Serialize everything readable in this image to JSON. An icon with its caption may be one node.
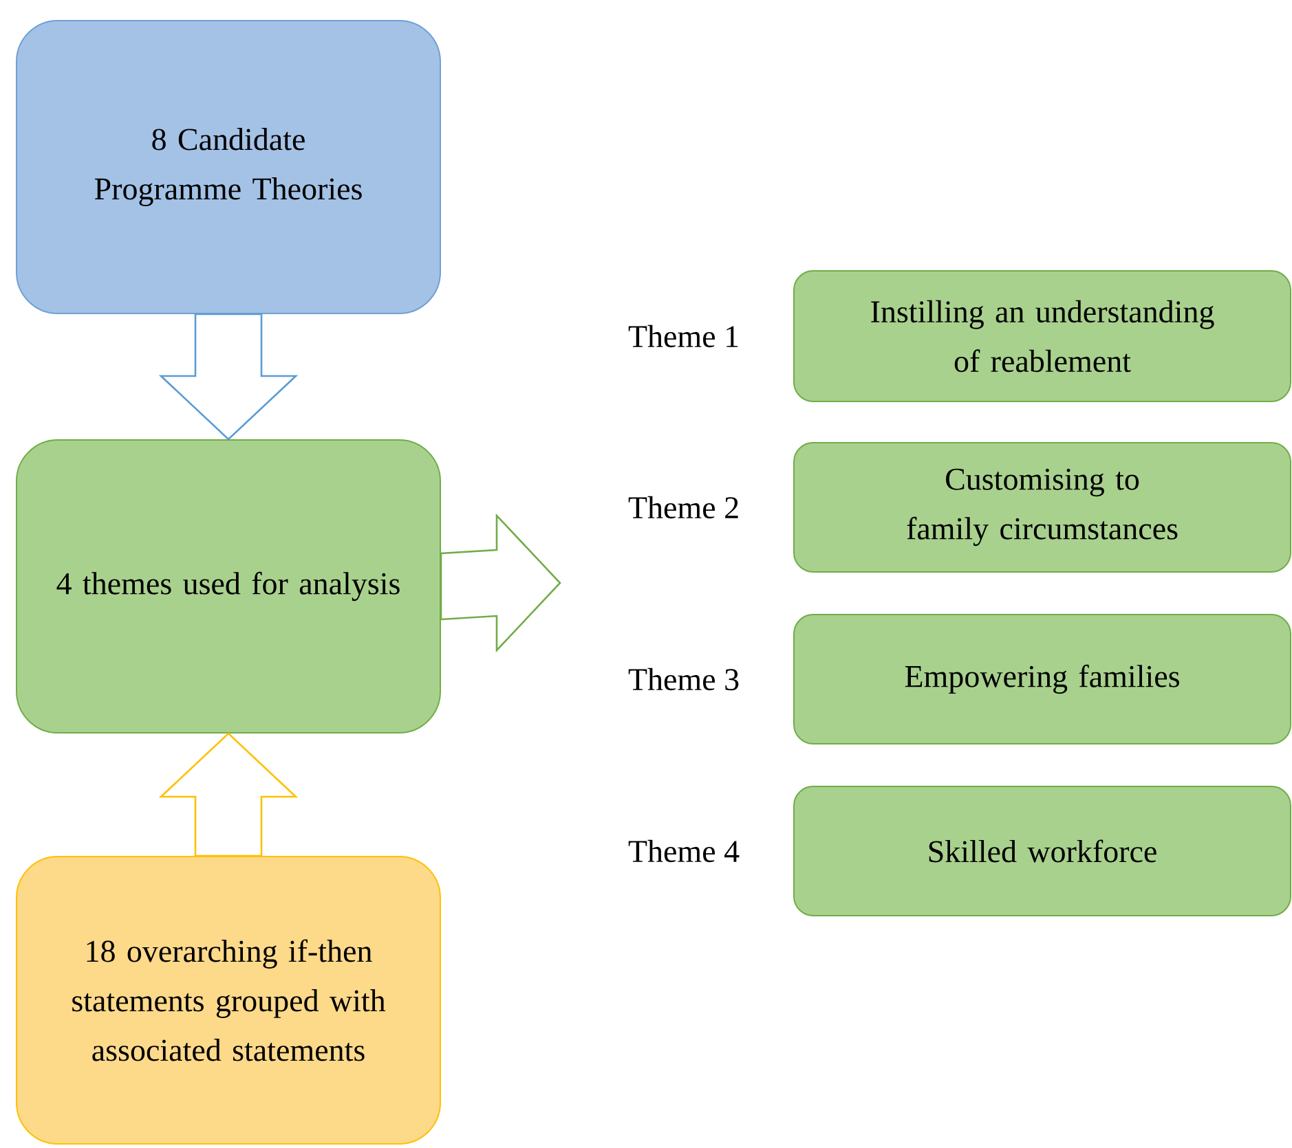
{
  "diagram": {
    "nodes": [
      {
        "text": [
          "8 Candidate Programme Theories"
        ]
      },
      {
        "text": [
          "4 themes used for analysis"
        ]
      },
      {
        "text": [
          "18 overarching if-then statements grouped with associated statements"
        ]
      },
      {
        "text": [
          "Instilling an understanding of reablement"
        ],
        "beside": [
          "Theme 1"
        ]
      },
      {
        "text": [
          "Customising to family circumstances"
        ],
        "beside": [
          "Theme 2"
        ]
      },
      {
        "text": [
          "Empowering families"
        ],
        "beside": [
          "Theme 3"
        ]
      },
      {
        "text": [
          "Skilled workforce"
        ],
        "beside": [
          "Theme 4"
        ]
      }
    ],
    "edges": [
      {
        "from": 0,
        "to": 1,
        "arrow": "to",
        "color": "#5b9bd5"
      },
      {
        "from": 2,
        "to": 1,
        "arrow": "to",
        "color": "#ffc000"
      },
      {
        "from": 1,
        "to": null,
        "arrow": "to",
        "color": "#70ad47"
      }
    ]
  }
}
